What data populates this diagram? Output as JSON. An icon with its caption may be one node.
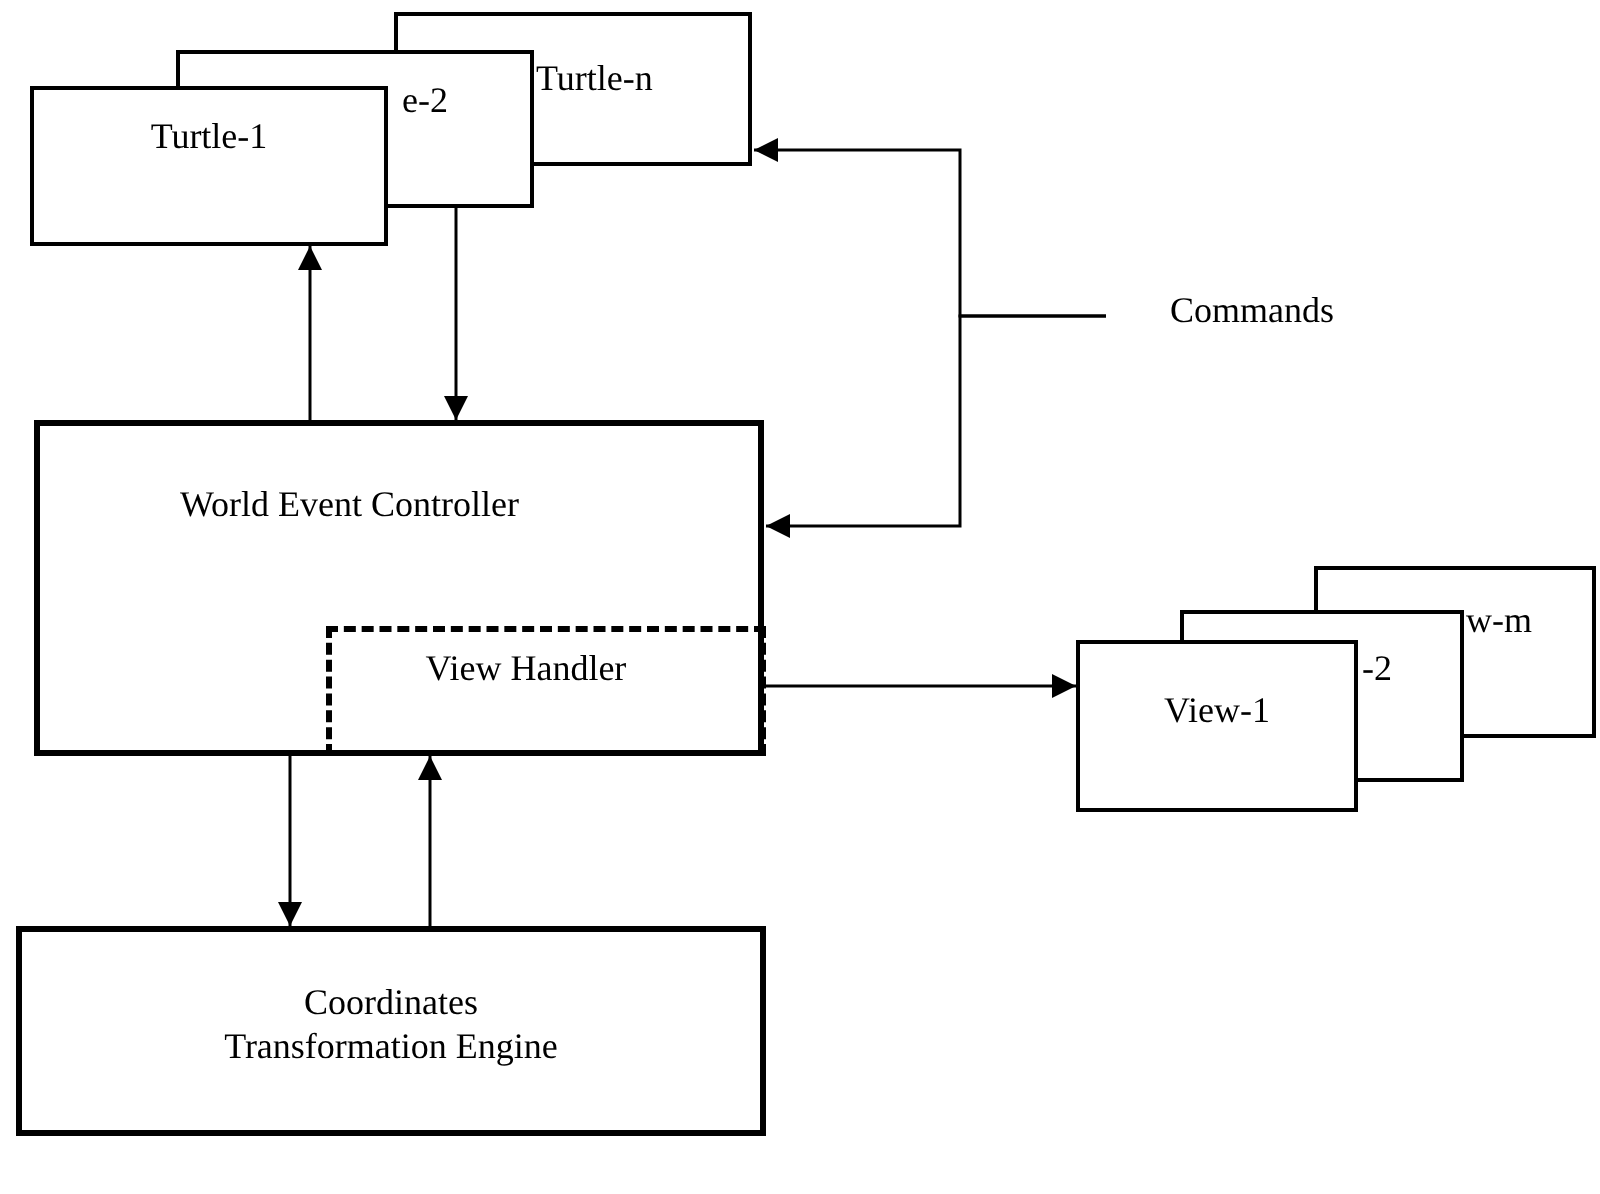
{
  "diagram": {
    "nodes": [
      {
        "text": [
          "Turtle-n"
        ]
      },
      {
        "text": [
          "e-2"
        ]
      },
      {
        "text": [
          "Turtle-1"
        ]
      },
      {
        "text": [
          "Commands"
        ]
      },
      {
        "text": [
          "World Event Controller"
        ]
      },
      {
        "text": [
          "View Handler"
        ],
        "in": 4
      },
      {
        "text": [
          "Coordinates Transformation Engine"
        ]
      },
      {
        "text": [
          "w-m"
        ]
      },
      {
        "text": [
          "-2"
        ]
      },
      {
        "text": [
          "View-1"
        ]
      }
    ],
    "edges": [
      {
        "from": 3,
        "to": 0,
        "arrow": "to"
      },
      {
        "from": 3,
        "to": 4,
        "arrow": "to"
      },
      {
        "from": 4,
        "to": 2,
        "arrow": "to"
      },
      {
        "from": 1,
        "to": 4,
        "arrow": "to"
      },
      {
        "from": 5,
        "to": 9,
        "arrow": "to"
      },
      {
        "from": 4,
        "to": 6,
        "arrow": "to"
      },
      {
        "from": 6,
        "to": 4,
        "arrow": "to"
      }
    ]
  }
}
